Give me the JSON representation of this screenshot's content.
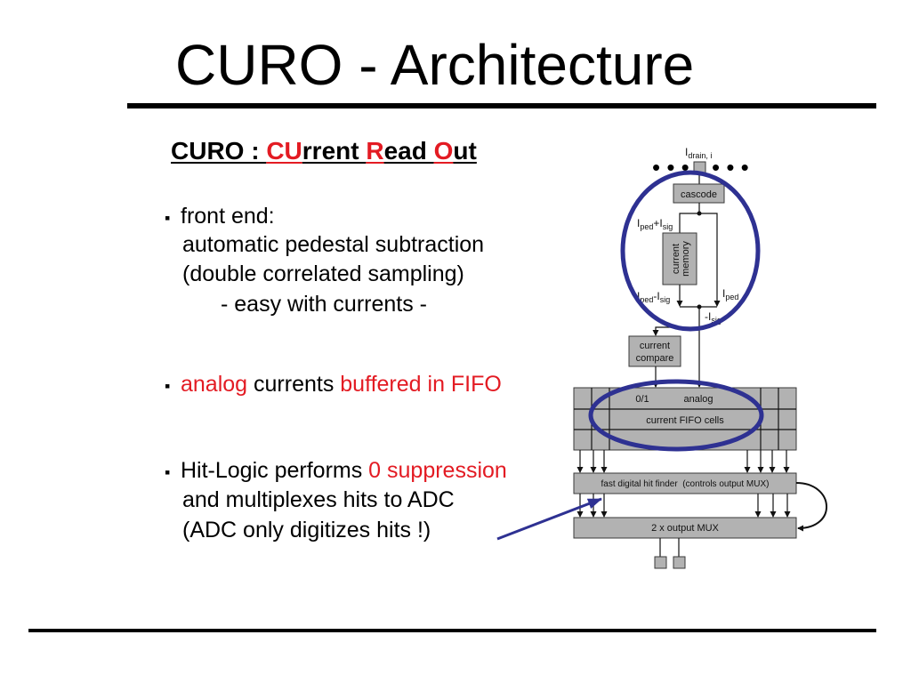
{
  "slide": {
    "title": "CURO - Architecture",
    "subtitle": [
      "CURO : ",
      "CU",
      "rrent ",
      "R",
      "ead ",
      "O",
      "ut"
    ],
    "bullet_marker": "▪",
    "bullet_front_end": {
      "head": "front end:",
      "lines": [
        "automatic pedestal subtraction",
        "(double correlated sampling)",
        "- easy with currents -"
      ]
    },
    "bullet_fifo": [
      "analog",
      " currents ",
      "buffered in FIFO"
    ],
    "bullet_hit_logic": {
      "head": [
        "Hit-Logic performs ",
        "0 suppression"
      ],
      "lines": [
        "and multiplexes hits to ADC",
        "(ADC only digitizes hits !)"
      ]
    }
  },
  "diagram": {
    "drain_label": [
      "I",
      "drain, i"
    ],
    "dots": "• • •",
    "cascode": "cascode",
    "ped_plus_sig": [
      "I",
      "ped",
      "+I",
      "sig"
    ],
    "current_memory": [
      "current",
      "memory"
    ],
    "neg_ped_neg_sig": [
      "-I",
      "ped",
      "-I",
      "sig"
    ],
    "ped": [
      "I",
      "ped"
    ],
    "neg_sig": [
      "-I",
      "sig"
    ],
    "current_compare": [
      "current",
      "compare"
    ],
    "fifo_row1": [
      "0/1",
      "analog"
    ],
    "fifo_row2": "current FIFO cells",
    "hit_finder": "fast digital hit finder  (controls output MUX)",
    "output_mux": "2 x output MUX"
  },
  "colors": {
    "accent_red": "#e31b23",
    "highlight_blue": "#2e3192",
    "block_gray": "#b2b2b2"
  }
}
